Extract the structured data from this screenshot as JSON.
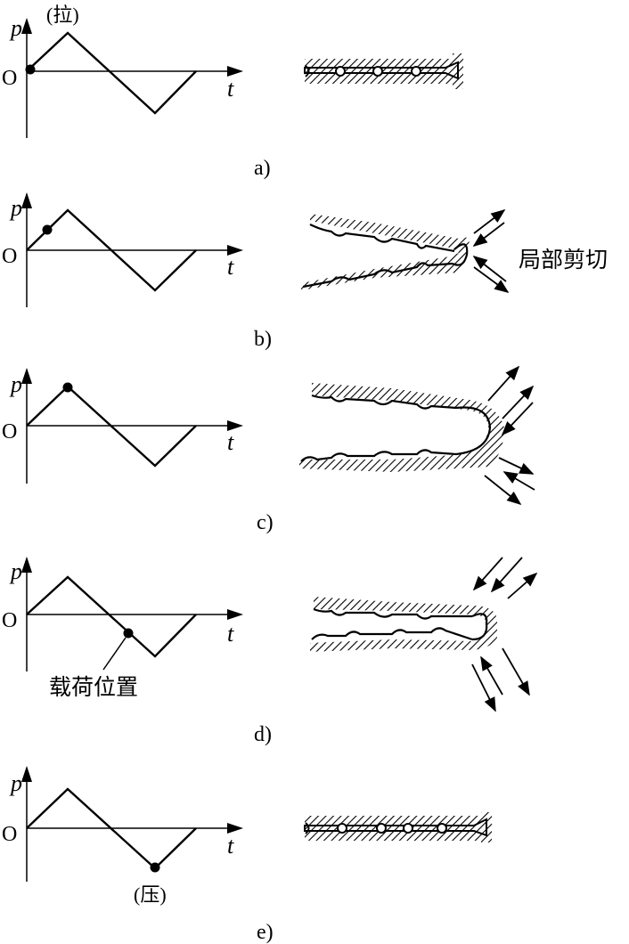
{
  "panels": [
    {
      "caption": "a)",
      "label_top": "(拉)",
      "phase": 0.0
    },
    {
      "caption": "b)",
      "side_label": "局部剪切",
      "phase": 0.1
    },
    {
      "caption": "c)",
      "phase": 0.25
    },
    {
      "caption": "d)",
      "annotation": "载荷位置",
      "phase": 0.6
    },
    {
      "caption": "e)",
      "label_bottom": "(压)",
      "phase": 0.75
    }
  ],
  "axis": {
    "y_label": "p",
    "x_label": "t",
    "origin_label": "O"
  }
}
